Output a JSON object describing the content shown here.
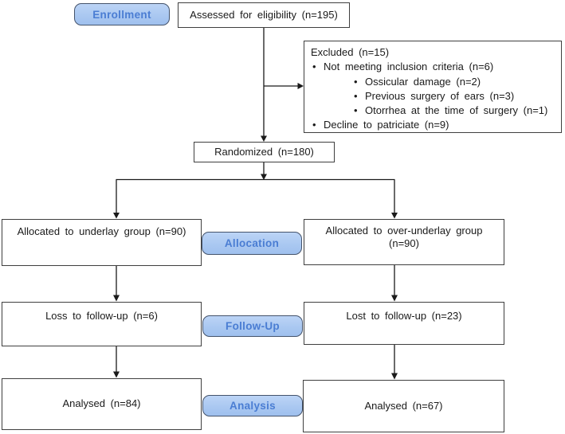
{
  "diagram": {
    "stages": {
      "enrollment": "Enrollment",
      "allocation": "Allocation",
      "followup": "Follow-Up",
      "analysis": "Analysis"
    },
    "boxes": {
      "assessed": "Assessed for eligibility (n=195)",
      "excluded_title": "Excluded (n=15)",
      "excluded_items": [
        "Not meeting inclusion criteria (n=6)",
        "Ossicular damage (n=2)",
        "Previous surgery of ears (n=3)",
        "Otorrhea at the time of surgery (n=1)",
        "Decline to patriciate (n=9)"
      ],
      "randomized": "Randomized (n=180)",
      "allocated_underlay": "Allocated to underlay group (n=90)",
      "allocated_over_underlay_line1": "Allocated to over-underlay group",
      "allocated_over_underlay_line2": "(n=90)",
      "followup_left": "Loss to follow-up (n=6)",
      "followup_right": "Lost to follow-up (n=23)",
      "analysed_left": "Analysed (n=84)",
      "analysed_right": "Analysed (n=67)"
    },
    "colors": {
      "background": "#ffffff",
      "box_border": "#3f3f3f",
      "line": "#1a1a1a",
      "stage_fill": "#aac8f1",
      "stage_border": "#44536b",
      "stage_text": "#4a7dd3"
    }
  }
}
